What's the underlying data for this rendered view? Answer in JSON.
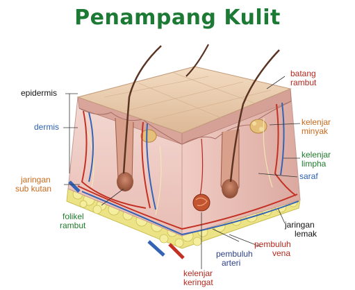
{
  "title": "Penampang Kulit",
  "colors": {
    "title": "#1c7a34",
    "black": "#111111",
    "blue": "#2b5fb3",
    "orange": "#c9691b",
    "green": "#1f7a2c",
    "red": "#b3281e",
    "navy": "#2b3f8a",
    "skin_top": "#e9c9a8",
    "dermis": "#eecfc9",
    "fat": "#ece387"
  },
  "labels": {
    "epidermis": {
      "text": "epidermis",
      "color": "#111111"
    },
    "dermis": {
      "text": "dermis",
      "color": "#2b5fb3"
    },
    "jaringan_sub_kutan": {
      "line1": "jaringan",
      "line2": "sub kutan",
      "color": "#c9691b"
    },
    "folikel_rambut": {
      "line1": "folikel",
      "line2": "rambut",
      "color": "#1f7a2c"
    },
    "batang_rambut": {
      "line1": "batang",
      "line2": "rambut",
      "color": "#b3281e"
    },
    "kelenjar_minyak": {
      "line1": "kelenjar",
      "line2": "minyak",
      "color": "#c9691b"
    },
    "kelenjar_limpha": {
      "line1": "kelenjar",
      "line2": "limpha",
      "color": "#1f7a2c"
    },
    "saraf": {
      "text": "saraf",
      "color": "#2b5fb3"
    },
    "jaringan_lemak": {
      "line1": "jaringan",
      "line2": "lemak",
      "color": "#111111"
    },
    "pembuluh_vena": {
      "line1": "pembuluh",
      "line2": "vena",
      "color": "#b3281e"
    },
    "pembuluh_arteri": {
      "line1": "pembuluh",
      "line2": "arteri",
      "color": "#2b3f8a"
    },
    "kelenjar_keringat": {
      "line1": "kelenjar",
      "line2": "keringat",
      "color": "#b3281e"
    }
  }
}
